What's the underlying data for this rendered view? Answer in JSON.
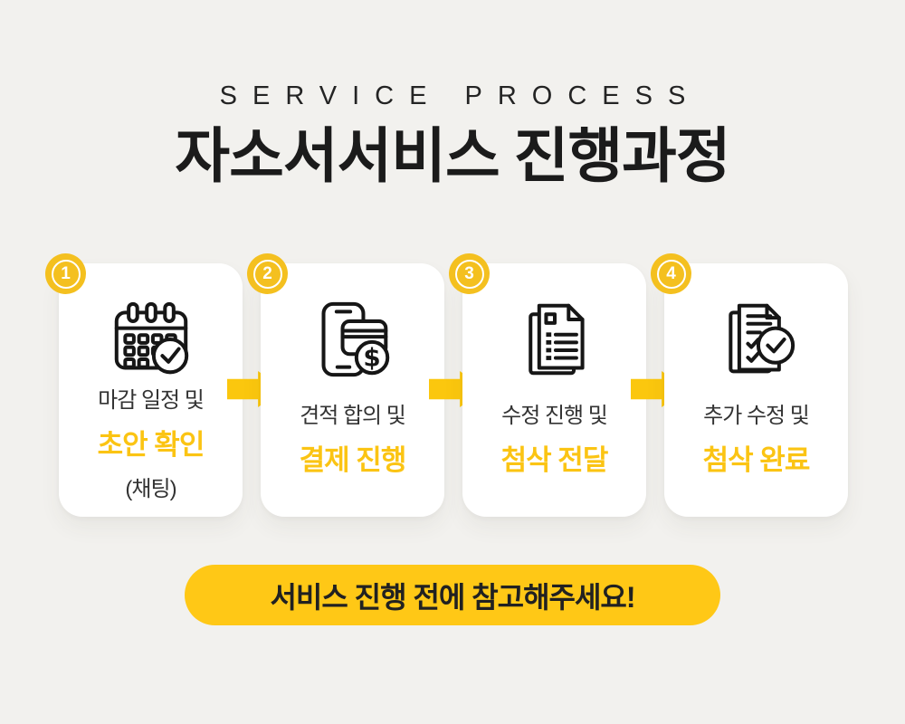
{
  "page": {
    "background_color": "#F2F1EE",
    "eyebrow": "SERVICE PROCESS",
    "title_regular": "자소서서비스",
    "title_bold": "진행과정"
  },
  "colors": {
    "badge_yellow": "#F4C01F",
    "arrow_yellow": "#FBC70E",
    "highlight_yellow": "#FBC413",
    "pill_yellow": "#FFC816",
    "card_background": "#FFFFFF",
    "dark_text": "#333333",
    "title_text": "#1B1B1B"
  },
  "steps": [
    {
      "number": "1",
      "icon": "calendar-check-icon",
      "line1": "마감 일정 및",
      "highlight": "초안 확인",
      "note": "(채팅)"
    },
    {
      "number": "2",
      "icon": "phone-payment-icon",
      "line1": "견적 합의 및",
      "highlight": "결제 진행"
    },
    {
      "number": "3",
      "icon": "document-list-icon",
      "line1": "수정 진행 및",
      "highlight": "첨삭 전달"
    },
    {
      "number": "4",
      "icon": "checklist-complete-icon",
      "line1": "추가 수정 및",
      "highlight": "첨삭 완료"
    }
  ],
  "footer": {
    "notice": "서비스 진행 전에 참고해주세요!"
  }
}
